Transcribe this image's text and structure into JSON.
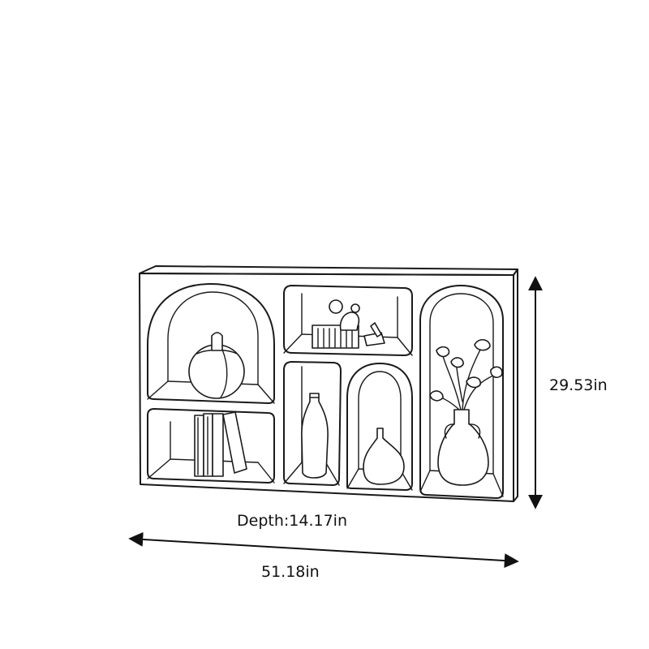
{
  "dimensions": {
    "height": "29.53in",
    "depth": "Depth:14.17in",
    "width": "51.18in"
  },
  "colors": {
    "line": "#1a1a1a",
    "background": "#ffffff"
  },
  "illustration": {
    "subject": "shelf-line-drawing",
    "decor_items": [
      "pumpkin-vase",
      "books",
      "bottle-vase",
      "gourd-vase",
      "flower-vase",
      "sculpture"
    ]
  }
}
